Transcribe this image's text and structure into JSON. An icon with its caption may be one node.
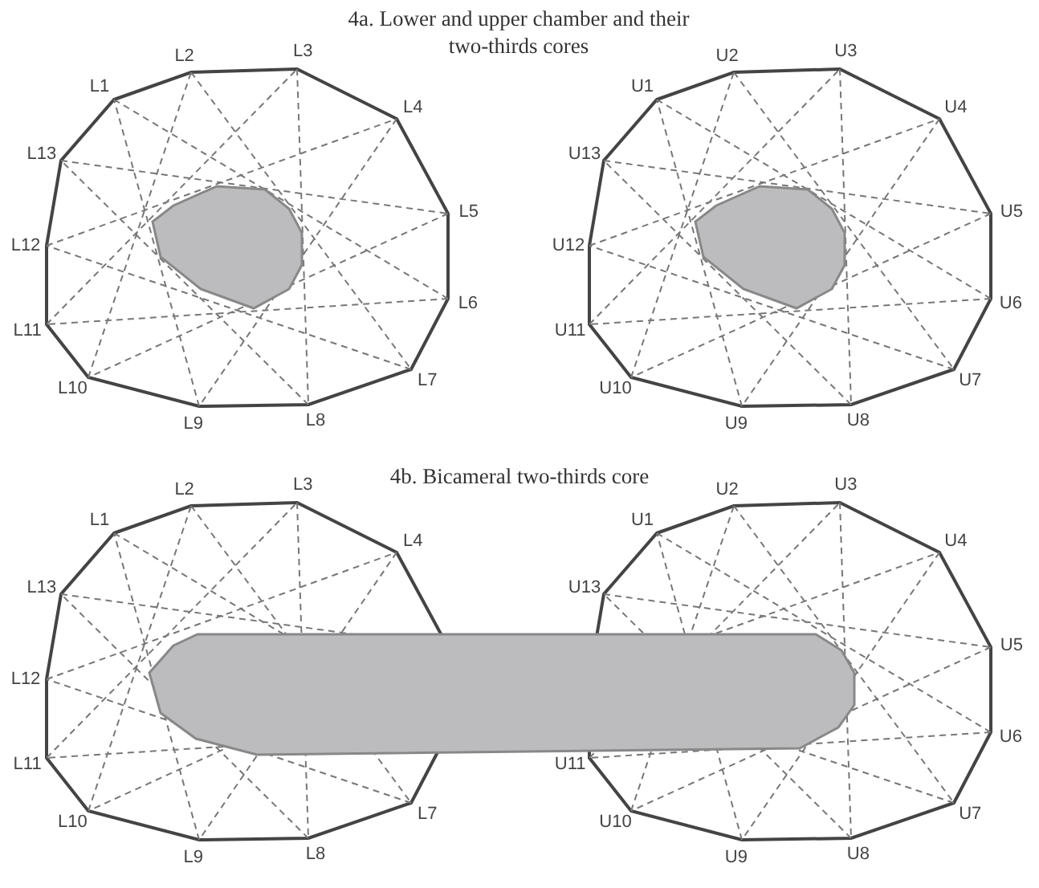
{
  "diagram": {
    "labels": [
      "4a. Lower and upper chamber and their two-thirds cores",
      "L1",
      "L2",
      "L3",
      "L4",
      "L5",
      "L6",
      "L7",
      "L8",
      "L9",
      "L10",
      "L11",
      "L12",
      "L13",
      "U1",
      "U2",
      "U3",
      "U4",
      "U5",
      "U6",
      "U7",
      "U8",
      "U9",
      "U10",
      "U11",
      "U12",
      "U13",
      "4b. Bicameral two-thirds core",
      "L1",
      "L2",
      "L3",
      "L4",
      "L7",
      "L8",
      "L9",
      "L10",
      "L11",
      "L12",
      "L13",
      "U1",
      "U2",
      "U3",
      "U4",
      "U5",
      "U6",
      "U7",
      "U8",
      "U9",
      "U10",
      "U11",
      "U13"
    ]
  }
}
